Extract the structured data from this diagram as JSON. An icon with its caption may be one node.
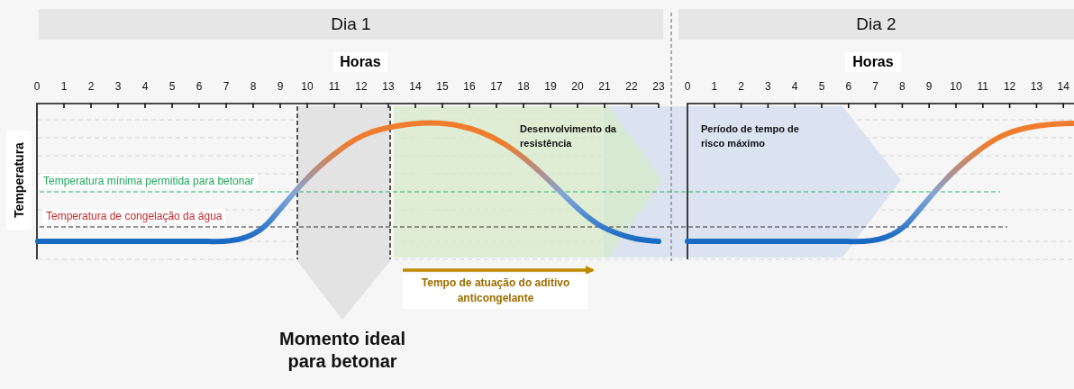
{
  "diagram": {
    "nodes": [
      {
        "text": [
          "Dia 1"
        ]
      },
      {
        "text": [
          "Dia 2"
        ]
      },
      {
        "text": [
          "Momento ideal para betonar"
        ]
      },
      {
        "text": [
          "Desenvolvimento da resistência"
        ]
      },
      {
        "text": [
          "Período de tempo de risco máximo"
        ]
      }
    ],
    "labels": [
      "Horas",
      "0",
      "1",
      "2",
      "3",
      "4",
      "5",
      "6",
      "7",
      "8",
      "9",
      "10",
      "11",
      "12",
      "13",
      "14",
      "15",
      "16",
      "17",
      "18",
      "19",
      "20",
      "21",
      "22",
      "23",
      "Horas",
      "0",
      "1",
      "2",
      "3",
      "4",
      "5",
      "6",
      "7",
      "8",
      "9",
      "10",
      "11",
      "12",
      "13",
      "14",
      "Temperatura",
      "Temperatura mínima permitida para betonar",
      "Temperatura de congelação da água",
      "Tempo de atuação do aditivo anticongelante"
    ]
  }
}
